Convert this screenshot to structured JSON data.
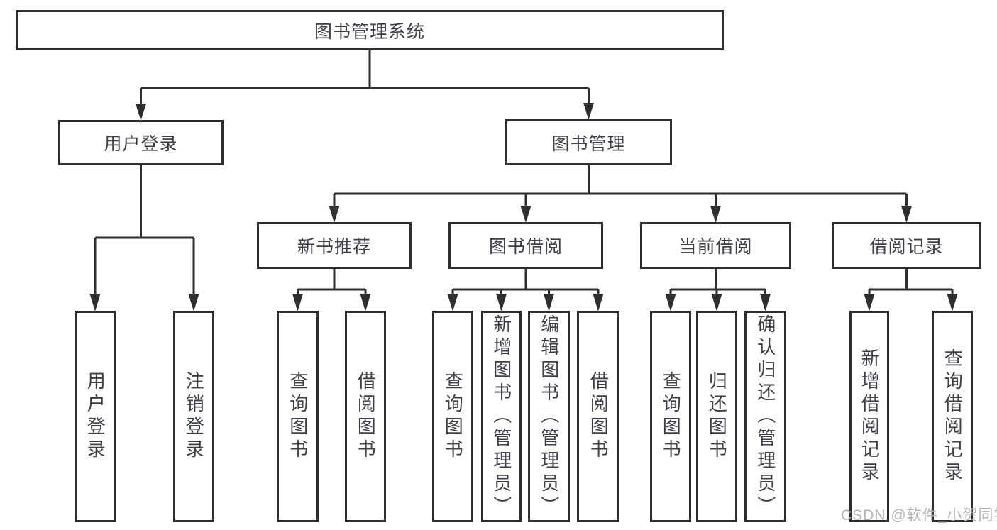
{
  "diagram": {
    "root": {
      "label": "图书管理系统"
    },
    "level2": [
      {
        "label": "用户登录"
      },
      {
        "label": "图书管理"
      }
    ],
    "level3": [
      {
        "label": "新书推荐"
      },
      {
        "label": "图书借阅"
      },
      {
        "label": "当前借阅"
      },
      {
        "label": "借阅记录"
      }
    ],
    "leaves": {
      "user_login": [
        "用户登录",
        "注销登录"
      ],
      "new_books": [
        "查询图书",
        "借阅图书"
      ],
      "book_borrow": [
        "查询图书",
        "新增图书（管理员）",
        "编辑图书（管理员）",
        "借阅图书"
      ],
      "current_borrow": [
        "查询图书",
        "归还图书",
        "确认归还（管理员）"
      ],
      "borrow_records": [
        "新增借阅记录",
        "查询借阅记录"
      ]
    }
  },
  "watermark": {
    "text": "CSDN @软件_小贺同学"
  },
  "colors": {
    "line": "#2e2e2e",
    "border": "#2e2e2e",
    "text": "#3c4046",
    "watermark_text": "#b4b4b4",
    "background": "#ffffff"
  }
}
